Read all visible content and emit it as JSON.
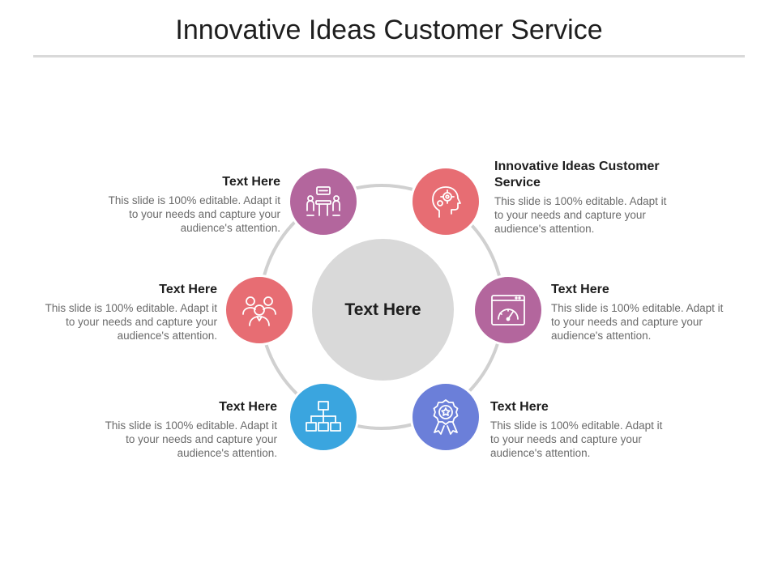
{
  "title": "Innovative Ideas Customer Service",
  "center": {
    "label": "Text Here"
  },
  "colors": {
    "magenta": "#b3669d",
    "coral": "#e76d73",
    "blue": "#3aa5df",
    "indigo": "#6b7fd9",
    "hub": "#d9d9d9"
  },
  "nodes": [
    {
      "heading": "Text Here",
      "description": "This slide is 100% editable. Adapt it to your needs and capture your audience's attention.",
      "icon": "meeting-table-icon",
      "color": "#b3669d"
    },
    {
      "heading": "Innovative Ideas Customer Service",
      "description": "This slide is 100% editable. Adapt it to your needs and capture your audience's attention.",
      "icon": "head-gears-icon",
      "color": "#e76d73"
    },
    {
      "heading": "Text Here",
      "description": "This slide is 100% editable. Adapt it to your needs and capture your audience's attention.",
      "icon": "team-people-icon",
      "color": "#e76d73"
    },
    {
      "heading": "Text Here",
      "description": "This slide is 100% editable. Adapt it to your needs and capture your audience's attention.",
      "icon": "dashboard-gauge-icon",
      "color": "#b3669d"
    },
    {
      "heading": "Text Here",
      "description": "This slide is 100% editable. Adapt it to your needs and capture your audience's attention.",
      "icon": "org-chart-icon",
      "color": "#3aa5df"
    },
    {
      "heading": "Text Here",
      "description": "This slide is 100% editable. Adapt it to your needs and capture your audience's attention.",
      "icon": "award-badge-icon",
      "color": "#6b7fd9"
    }
  ]
}
